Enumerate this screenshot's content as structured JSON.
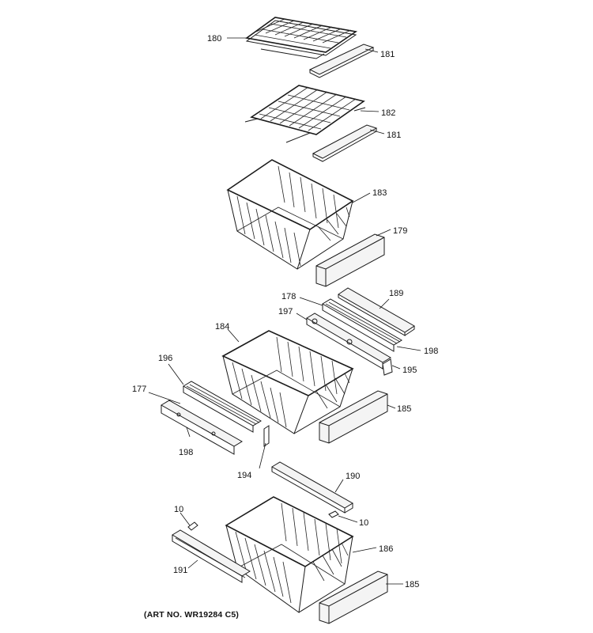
{
  "diagram": {
    "footer_note": "(ART NO. WR19284 C5)",
    "callouts": {
      "c180": "180",
      "c181a": "181",
      "c182": "182",
      "c181b": "181",
      "c183": "183",
      "c179": "179",
      "c178": "178",
      "c189": "189",
      "c197": "197",
      "c198a": "198",
      "c184": "184",
      "c195": "195",
      "c196": "196",
      "c177": "177",
      "c185a": "185",
      "c198b": "198",
      "c194": "194",
      "c190": "190",
      "c10a": "10",
      "c10b": "10",
      "c186": "186",
      "c191": "191",
      "c185b": "185"
    }
  }
}
